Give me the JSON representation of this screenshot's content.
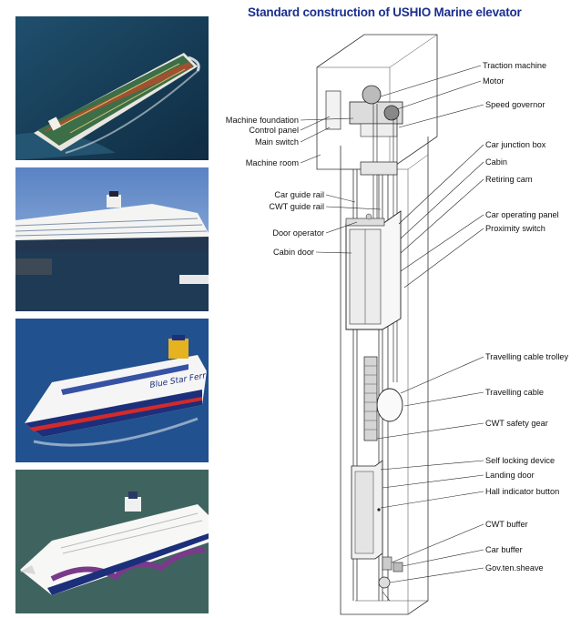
{
  "title": "Standard construction of USHIO Marine elevator",
  "photos": [
    {
      "name": "tanker-ship-photo"
    },
    {
      "name": "cruise-ship-in-port-photo"
    },
    {
      "name": "blue-star-ferry-photo",
      "hull_text": "Blue Star Ferri"
    },
    {
      "name": "white-cruise-ship-photo"
    }
  ],
  "labels_left": [
    "Machine foundation",
    "Control panel",
    "Main switch",
    "Machine room",
    "Car guide rail",
    "CWT guide rail",
    "Door operator",
    "Cabin door"
  ],
  "labels_right": [
    "Traction machine",
    "Motor",
    "Speed governor",
    "Car junction box",
    "Cabin",
    "Retiring cam",
    "Car operating panel",
    "Proximity switch",
    "Travelling cable trolley",
    "Travelling cable",
    "CWT safety gear",
    "Self locking device",
    "Landing door",
    "Hall indicator button",
    "CWT buffer",
    "Car buffer",
    "Gov.ten.sheave"
  ]
}
